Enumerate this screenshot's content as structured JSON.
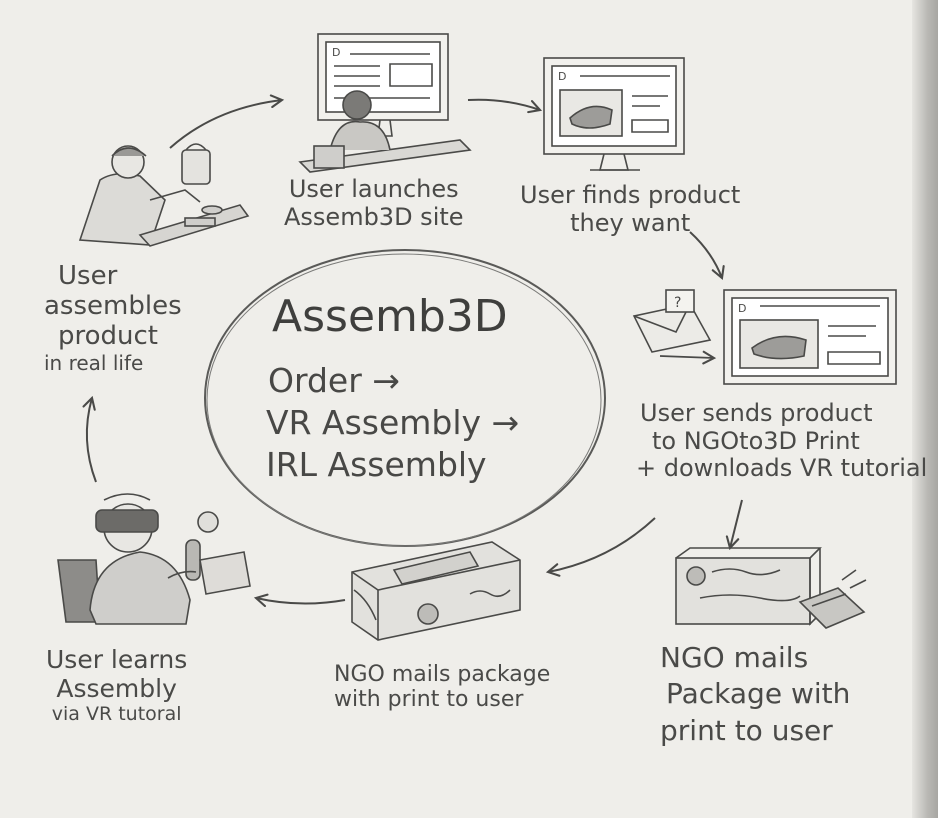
{
  "center": {
    "title": "Assemb3D",
    "steps": [
      "Order →",
      "VR Assembly →",
      "IRL Assembly"
    ]
  },
  "stages": [
    {
      "id": "launch",
      "lines": [
        "User launches",
        "Assemb3D site"
      ]
    },
    {
      "id": "find",
      "lines": [
        "User finds product",
        "they want"
      ]
    },
    {
      "id": "send",
      "lines": [
        "User sends product",
        "to NGOto3D Print",
        "+ downloads VR tutorial"
      ]
    },
    {
      "id": "ngo-mails-right",
      "lines": [
        "NGO mails",
        "Package with",
        "print to user"
      ]
    },
    {
      "id": "ngo-mails-middle",
      "lines": [
        "NGO mails package",
        "with print to user"
      ]
    },
    {
      "id": "vr-learn",
      "lines": [
        "User learns",
        "Assembly",
        "via VR tutoral"
      ]
    },
    {
      "id": "assemble",
      "lines": [
        "User",
        "assembles",
        "product",
        "in real life"
      ]
    }
  ],
  "icons": {
    "envelope_mark": "?",
    "site_logo": "D"
  },
  "colors": {
    "paper": "#efeeea",
    "pencil": "#4a4a48",
    "shade": "#bdbcb8"
  }
}
